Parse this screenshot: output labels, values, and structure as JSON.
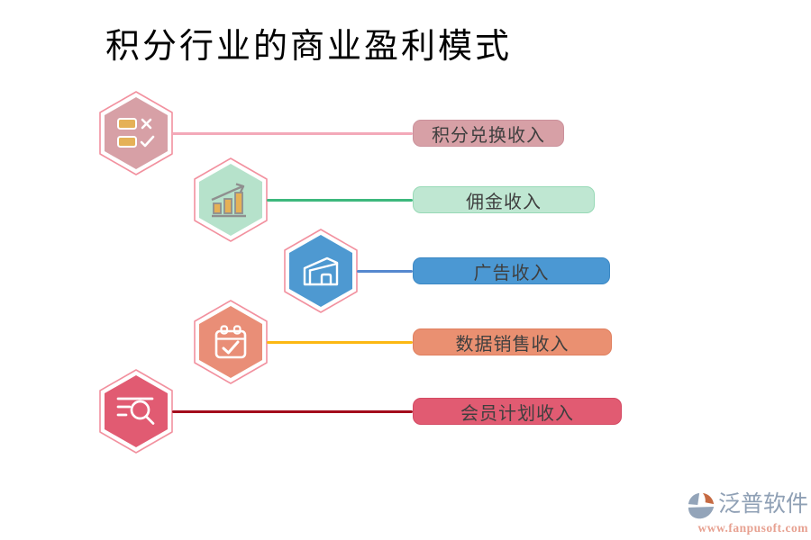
{
  "title": "积分行业的商业盈利模式",
  "theme": {
    "background": "#ffffff",
    "hex_outline": "#f2919f",
    "label_text_color": "#3f3f3f",
    "title_color": "#000000",
    "icon_gold": "#e5b157",
    "icon_gray": "#8f8f8f"
  },
  "rows": [
    {
      "label": "积分兑换收入",
      "icon": "checklist-icon",
      "hex_fill": "#d7a0a6",
      "line_color": "#f3a9b9",
      "box_bg": "#d7a0a6",
      "box_border": "#cb919b"
    },
    {
      "label": "佣金收入",
      "icon": "bar-chart-icon",
      "hex_fill": "#b6e2cb",
      "line_color": "#3db87d",
      "box_bg": "#bfe7d2",
      "box_border": "#97d9b6"
    },
    {
      "label": "广告收入",
      "icon": "warehouse-icon",
      "hex_fill": "#4e99d1",
      "line_color": "#5588cf",
      "box_bg": "#4b98d3",
      "box_border": "#3c88c4"
    },
    {
      "label": "数据销售收入",
      "icon": "calendar-check-icon",
      "hex_fill": "#e98e77",
      "line_color": "#fcb813",
      "box_bg": "#ea9071",
      "box_border": "#e07f5e"
    },
    {
      "label": "会员计划收入",
      "icon": "search-list-icon",
      "hex_fill": "#e15b72",
      "line_color": "#a30c1c",
      "box_bg": "#e15b72",
      "box_border": "#d44a63"
    }
  ],
  "footer": {
    "brand": "泛普软件",
    "url": "www.fanpusoft.com",
    "brand_color": "#8fa0b5",
    "url_color": "#e7a191",
    "logo_gray": "#93a4b9",
    "logo_orange": "#c66a42"
  }
}
